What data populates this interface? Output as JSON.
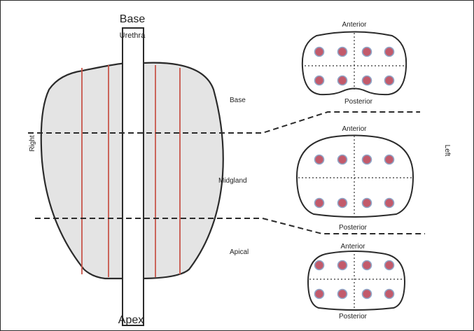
{
  "labels": {
    "base_top": "Base",
    "urethra": "Urethra",
    "apex": "Apex",
    "right": "Right",
    "left": "Left",
    "zone_base": "Base",
    "zone_midgland": "Midgland",
    "zone_apical": "Apical"
  },
  "sections": [
    {
      "id": "base",
      "anterior": "Anterior",
      "posterior": "Posterior",
      "cores": 8
    },
    {
      "id": "midgland",
      "anterior": "Anterior",
      "posterior": "Posterior",
      "cores": 8
    },
    {
      "id": "apical",
      "anterior": "Anterior",
      "posterior": "Posterior",
      "cores": 8
    }
  ],
  "colors": {
    "gland_fill": "#e4e4e4",
    "outline": "#2b2b2b",
    "needle_track": "#c8564a",
    "core_fill": "#c25a6b",
    "core_ring": "#8fa6c8"
  }
}
